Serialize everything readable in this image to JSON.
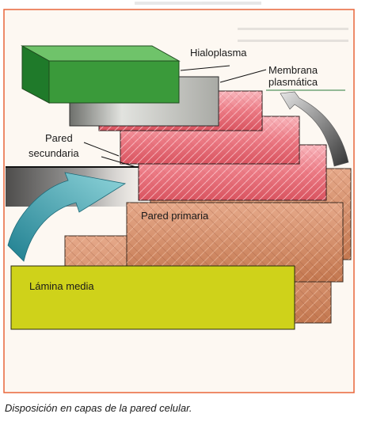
{
  "diagram": {
    "labels": {
      "hialoplasma": "Hialoplasma",
      "membrana": "Membrana",
      "plasmatica": "plasmática",
      "pared": "Pared",
      "secundaria": "secundaria",
      "pared_primaria": "Pared primaria",
      "lamina_media": "Lámina media"
    },
    "caption": "Disposición en capas de la pared celular."
  },
  "colors": {
    "frame": "#e8663a",
    "frame_fill": "#fdf8f2",
    "hialoplasma": "#3a9a3a",
    "membrana": "#a8aaa6",
    "pared_secundaria": "#ec7a84",
    "pared_primaria": "#cf8d6f",
    "lamina_media": "#cfd21a",
    "arrow": "#3aa8b4"
  }
}
